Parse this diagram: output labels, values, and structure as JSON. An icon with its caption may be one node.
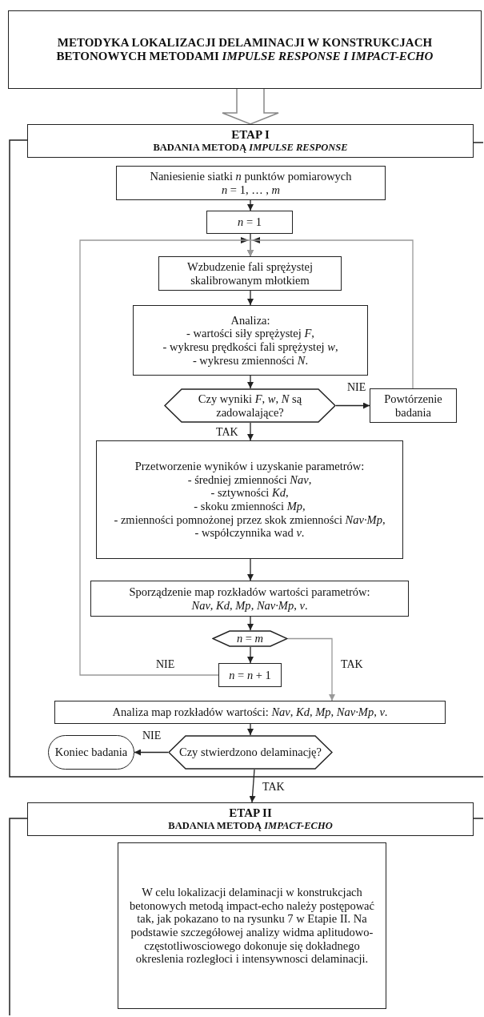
{
  "diagram": {
    "nodes": [
      {
        "text": [
          "METODYKA LOKALIZACJI DELAMINACJI W KONSTRUKCJACH BETONOWYCH METODAMI *IMPULSE RESPONSE I IMPACT-ECHO*"
        ]
      },
      {
        "text": [
          "ETAP I",
          "BADANIA METODĄ *IMPULSE RESPONSE*"
        ]
      },
      {
        "text": [
          "Naniesienie siatki *n* punktów pomiarowych",
          "*n* = 1, … , *m*"
        ]
      },
      {
        "text": [
          "*n* = 1"
        ]
      },
      {
        "text": [
          "Wzbudzenie fali sprężystej skalibrowanym młotkiem"
        ]
      },
      {
        "text": [
          "Analiza:",
          "- wartości siły sprężystej *F*,",
          "- wykresu prędkości fali sprężystej *w*,",
          "- wykresu zmienności *N*."
        ]
      },
      {
        "text": [
          "Czy wyniki *F*, *w*, *N* są zadowalające?"
        ]
      },
      {
        "text": [
          "Powtórzenie badania"
        ]
      },
      {
        "text": [
          "Przetworzenie wyników i uzyskanie parametrów:",
          "- średniej zmienności *Nav*,",
          "- sztywności *Kd*,",
          "- skoku zmienności *Mp*,",
          "- zmienności pomnożonej przez skok zmienności *Nav·Mp*,",
          "- współczynnika wad *v*."
        ]
      },
      {
        "text": [
          "Sporządzenie map rozkładów wartości parametrów:",
          "*Nav*, *Kd*, *Mp*, *Nav·Mp*, *v*."
        ]
      },
      {
        "text": [
          "*n* = *m*"
        ]
      },
      {
        "text": [
          "*n* = *n* + 1"
        ]
      },
      {
        "text": [
          "Analiza map rozkładów wartości: *Nav*, *Kd*, *Mp*, *Nav·Mp*, *v*."
        ]
      },
      {
        "text": [
          "Koniec badania"
        ]
      },
      {
        "text": [
          "Czy stwierdzono delaminację?"
        ]
      },
      {
        "text": [
          "ETAP II",
          "BADANIA METODĄ *IMPACT-ECHO*"
        ]
      },
      {
        "text": [
          "W celu lokalizacji delaminacji w konstrukcjach betonowych metodą impact-echo należy postępować tak, jak pokazano to na rysunku 7 w Etapie II. Na podstawie szczegółowej analizy widma aplitudowo-częstotliwosciowego dokonuje się dokładnego okreslenia rozległoci i intensywnosci delaminacji."
        ]
      }
    ],
    "edges": [
      {
        "from": 0,
        "to": 1,
        "arrow": "to",
        "style": "thick",
        "color": "#888888"
      },
      {
        "from": 2,
        "to": 3,
        "arrow": "to"
      },
      {
        "from": 3,
        "to": 4,
        "arrow": "to"
      },
      {
        "from": 4,
        "to": 5,
        "arrow": "to"
      },
      {
        "from": 5,
        "to": 6,
        "arrow": "to"
      },
      {
        "from": 6,
        "to": 7,
        "arrow": "to",
        "label": "NIE"
      },
      {
        "from": 6,
        "to": 8,
        "arrow": "to",
        "label": "TAK"
      },
      {
        "from": 7,
        "to": 4,
        "arrow": "to",
        "color": "#999999"
      },
      {
        "from": 8,
        "to": 9,
        "arrow": "to"
      },
      {
        "from": 9,
        "to": 10,
        "arrow": "to"
      },
      {
        "from": 10,
        "to": 11,
        "arrow": "to"
      },
      {
        "from": 10,
        "to": 12,
        "arrow": "to",
        "label": "TAK",
        "color": "#999999"
      },
      {
        "from": 11,
        "to": 4,
        "arrow": "to",
        "label": "NIE",
        "color": "#999999"
      },
      {
        "from": 12,
        "to": 14,
        "arrow": "to"
      },
      {
        "from": 14,
        "to": 13,
        "arrow": "to",
        "label": "NIE"
      },
      {
        "from": 14,
        "to": 15,
        "arrow": "to",
        "label": "TAK"
      }
    ]
  }
}
